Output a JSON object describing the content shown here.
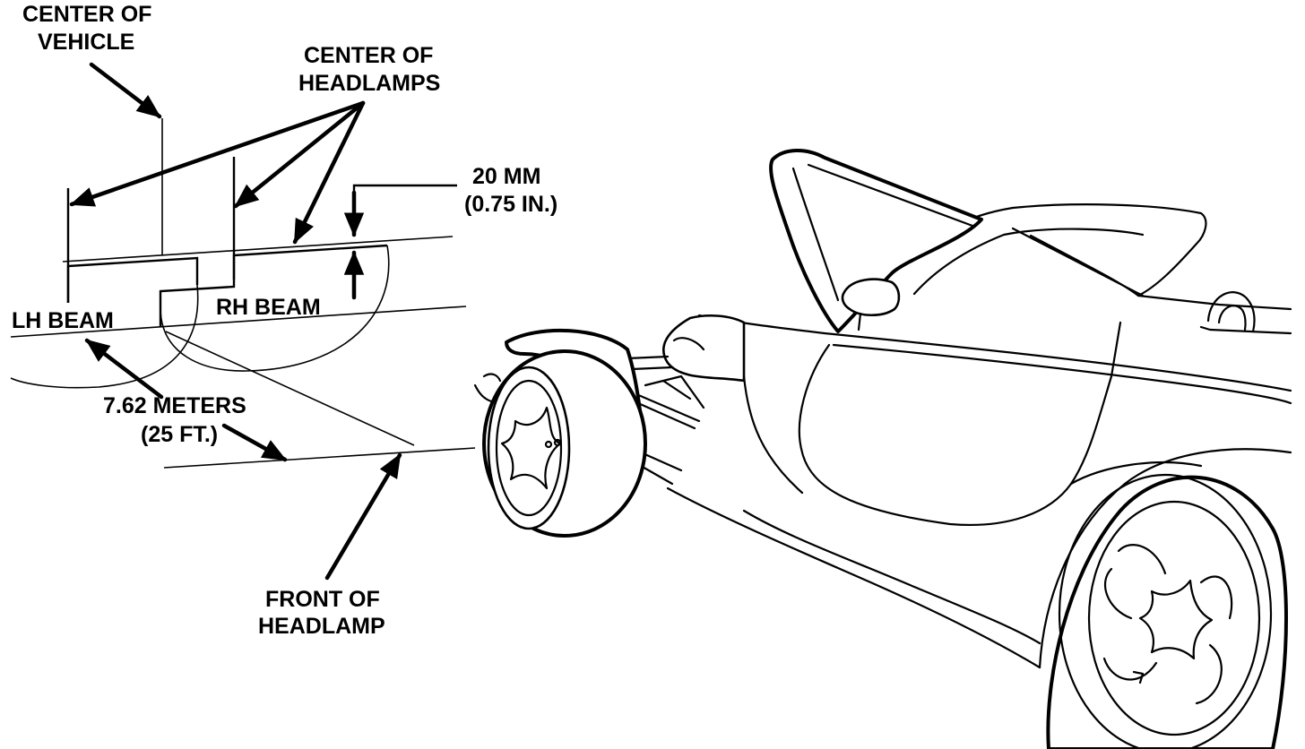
{
  "labels": {
    "center_of_vehicle": [
      "CENTER OF",
      "VEHICLE"
    ],
    "center_of_headlamps": [
      "CENTER OF",
      "HEADLAMPS"
    ],
    "offset_dimension": [
      "20 MM",
      "(0.75 IN.)"
    ],
    "lh_beam": "LH BEAM",
    "rh_beam": "RH BEAM",
    "distance": [
      "7.62 METERS",
      "(25 FT.)"
    ],
    "front_of_headlamp": [
      "FRONT OF",
      "HEADLAMP"
    ]
  },
  "colors": {
    "ink": "#000000",
    "paper": "#ffffff"
  }
}
